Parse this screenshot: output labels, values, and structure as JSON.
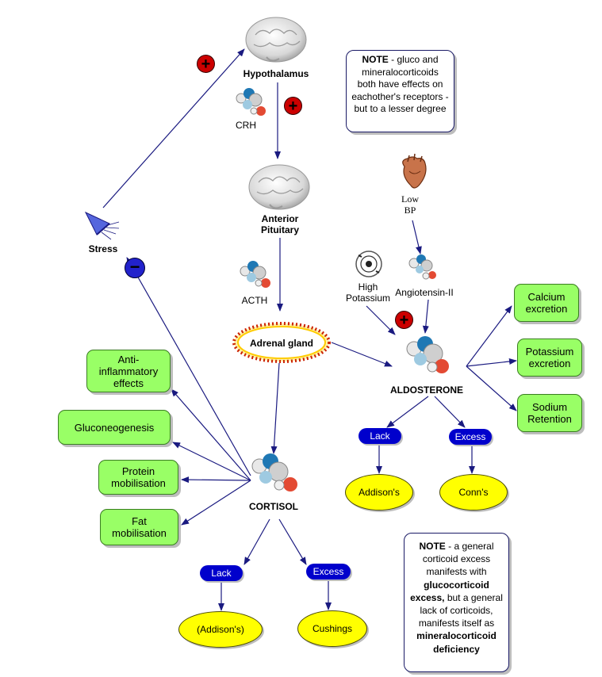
{
  "hypothalamus": {
    "label": "Hypothalamus"
  },
  "crh": {
    "label": "CRH"
  },
  "anterior_pituitary": {
    "line1": "Anterior",
    "line2": "Pituitary"
  },
  "acth": {
    "label": "ACTH"
  },
  "adrenal_gland": {
    "label": "Adrenal gland"
  },
  "stress": {
    "label": "Stress"
  },
  "cortisol": {
    "label": "CORTISOL"
  },
  "aldosterone": {
    "label": "ALDOSTERONE"
  },
  "low_bp": {
    "line1": "Low",
    "line2": "BP"
  },
  "high_potassium": {
    "line1": "High",
    "line2": "Potassium"
  },
  "angiotensin": {
    "label": "Angiotensin-II"
  },
  "cortisol_effects": [
    {
      "line1": "Anti-",
      "line2": "inflammatory",
      "line3": "effects"
    },
    {
      "label": "Gluconeogenesis"
    },
    {
      "line1": "Protein",
      "line2": "mobilisation"
    },
    {
      "line1": "Fat",
      "line2": "mobilisation"
    }
  ],
  "aldosterone_effects": [
    {
      "line1": "Calcium",
      "line2": "excretion"
    },
    {
      "line1": "Potassium",
      "line2": "excretion"
    },
    {
      "line1": "Sodium",
      "line2": "Retention"
    }
  ],
  "cortisol_lack": {
    "pill": "Lack",
    "result": "(Addison's)"
  },
  "cortisol_excess": {
    "pill": "Excess",
    "result": "Cushings"
  },
  "aldo_lack": {
    "pill": "Lack",
    "result": "Addison's"
  },
  "aldo_excess": {
    "pill": "Excess",
    "result": "Conn's"
  },
  "note_top": {
    "bold": "NOTE",
    "rest": " - gluco and mineralocorticoids both have effects on eachother's receptors - but to a lesser degree"
  },
  "note_bottom": {
    "bold1": "NOTE",
    "text1": " - a general corticoid excess manifests with ",
    "bold2": "glucocorticoid excess,",
    "text2": " but a general lack of corticoids, manifests itself as ",
    "bold3": "mineralocorticoid deficiency"
  },
  "signs": {
    "plus": "+",
    "minus": "−"
  },
  "colors": {
    "arrow": "#1a1a80",
    "effect_box": "#99ff66",
    "pill": "#0000cc",
    "result_oval": "#ffff00",
    "plus_circle": "#cc0000",
    "minus_circle": "#2222cc"
  },
  "icons": [
    "brain-icon",
    "molecule-icon",
    "heart-icon",
    "stress-meter-icon",
    "potassium-target-icon",
    "adrenal-cloud-icon"
  ]
}
